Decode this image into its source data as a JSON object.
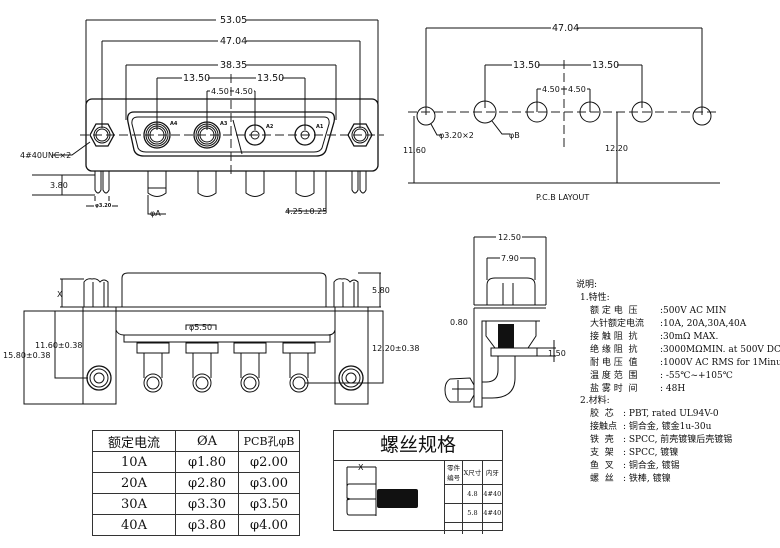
{
  "front_view": {
    "dims": {
      "overall_width": "53.05",
      "mount_pitch": "47.04",
      "shell_width": "38.35",
      "pitch_left": "13.50",
      "pitch_right": "13.50",
      "inner_left": "4.50",
      "inner_right": "4.50",
      "thread_callout": "4#40UNC×2",
      "peg_height": "3.80",
      "peg_dia": "φ3.20",
      "pin_dia": "φA",
      "pin_len": "4.25±0.25"
    },
    "contacts": [
      "A4",
      "A3",
      "A2",
      "A1"
    ]
  },
  "pcb_layout": {
    "title": "P.C.B LAYOUT",
    "dims": {
      "mount_pitch": "47.04",
      "pitch_left": "13.50",
      "pitch_right": "13.50",
      "inner_left": "4.50",
      "inner_right": "4.50",
      "mount_hole": "φ3.20×2",
      "contact_hole": "φB",
      "left_offset": "11.60",
      "right_offset": "12.20"
    }
  },
  "bottom_view": {
    "dims": {
      "x_label": "X",
      "height": "5.80",
      "left_inner": "11.60±0.38",
      "left_outer": "15.80±0.38",
      "pin_dia": "φ5.50",
      "right": "12.20±0.38"
    }
  },
  "side_view": {
    "dims": {
      "overall": "12.50",
      "nut": "7.90",
      "plate": "0.80",
      "standoff": "1.50"
    }
  },
  "notes": {
    "heading": "说明:",
    "section1": "1.特性:",
    "properties": [
      {
        "label": "额 定 电  压",
        "value": ":500V AC MIN"
      },
      {
        "label": "大针额定电流",
        "value": ":10A, 20A,30A,40A"
      },
      {
        "label": "接 触 阻  抗",
        "value": ":30mΩ MAX."
      },
      {
        "label": "绝 缘 阻  抗",
        "value": ":3000MΩMIN. at 500V DC"
      },
      {
        "label": "耐 电 压  值",
        "value": ":1000V AC RMS for 1Minute"
      },
      {
        "label": "温 度 范  围",
        "value": ": -55℃~+105℃"
      },
      {
        "label": "盐 雾 时  间",
        "value": ": 48H"
      }
    ],
    "section2": "2.材料:",
    "materials": [
      {
        "label": "胶  芯",
        "value": ": PBT, rated UL94V-0"
      },
      {
        "label": "接触点",
        "value": ": 铜合金, 镀金1u-30u"
      },
      {
        "label": "铁  壳",
        "value": ": SPCC, 前壳镀镍后壳镀锡"
      },
      {
        "label": "支  架",
        "value": ": SPCC, 镀镍"
      },
      {
        "label": "鱼  叉",
        "value": ": 铜合金, 镀锡"
      },
      {
        "label": "螺  丝",
        "value": ": 铁棒, 镀镍"
      }
    ]
  },
  "current_table": {
    "headers": [
      "额定电流",
      "ØA",
      "PCB孔φB"
    ],
    "rows": [
      [
        "10A",
        "φ1.80",
        "φ2.00"
      ],
      [
        "20A",
        "φ2.80",
        "φ3.00"
      ],
      [
        "30A",
        "φ3.30",
        "φ3.50"
      ],
      [
        "40A",
        "φ3.80",
        "φ4.00"
      ]
    ]
  },
  "screw_spec": {
    "title": "螺丝规格",
    "x_label": "X",
    "headers": [
      "零件编号",
      "X尺寸",
      "内牙"
    ],
    "rows": [
      [
        "",
        "4.8",
        "4#40"
      ],
      [
        "",
        "5.8",
        "4#40"
      ],
      [
        "",
        "",
        ""
      ]
    ]
  }
}
